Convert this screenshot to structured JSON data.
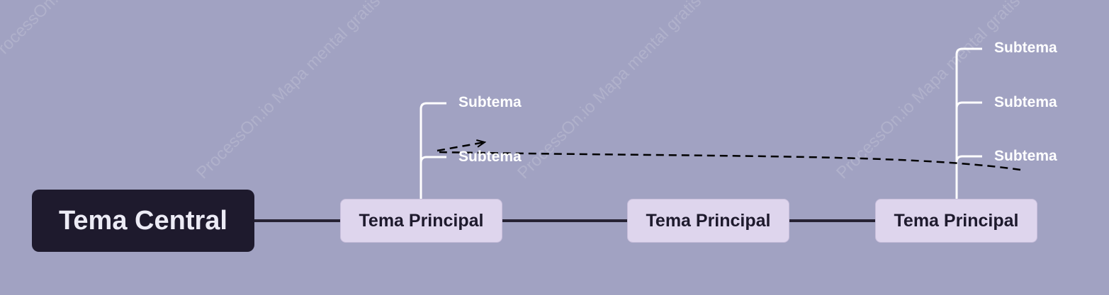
{
  "watermark": "ProcessOn.io Mapa mental gratis",
  "central_topic": "Tema Central",
  "main_topics": [
    {
      "label": "Tema Principal",
      "subtopics": [
        "Subtema",
        "Subtema"
      ]
    },
    {
      "label": "Tema Principal",
      "subtopics": []
    },
    {
      "label": "Tema Principal",
      "subtopics": [
        "Subtema",
        "Subtema",
        "Subtema"
      ]
    }
  ],
  "colors": {
    "background": "#a1a2c2",
    "central_fill": "#1e1a2d",
    "central_text": "#ecebf5",
    "main_fill": "#ded5ed",
    "main_text": "#1e1a2d",
    "connector": "#262233",
    "branch_line": "#ffffff",
    "relation_line": "#000000"
  }
}
